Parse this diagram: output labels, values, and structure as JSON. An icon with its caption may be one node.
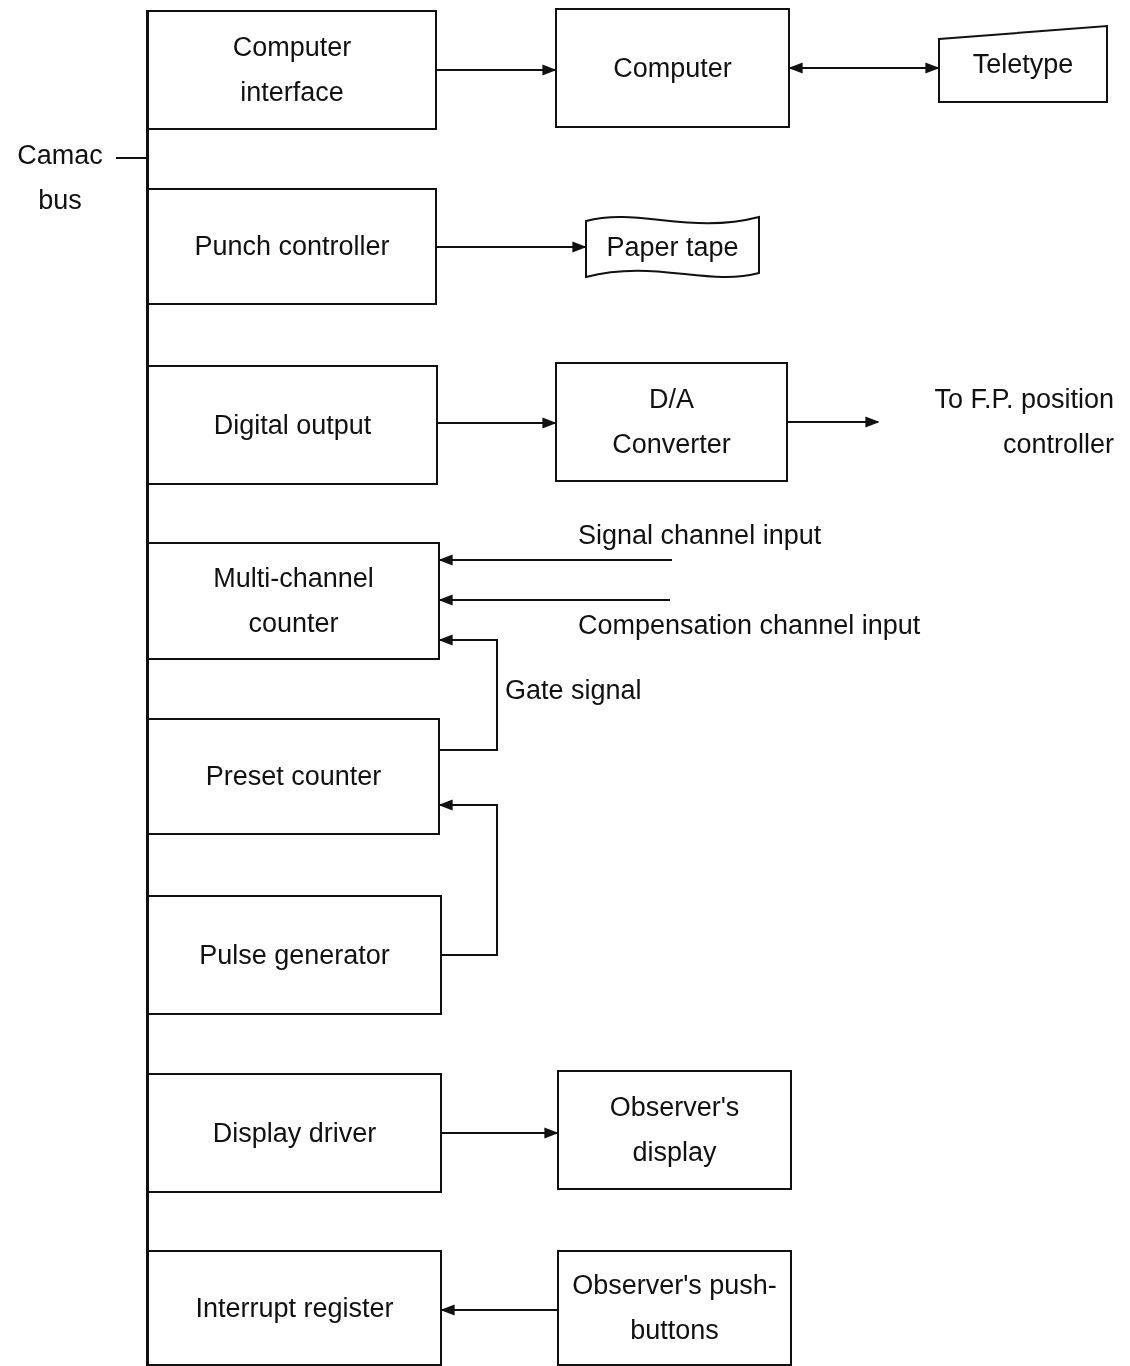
{
  "diagram": {
    "nodes": [
      {
        "text": [
          "Computer interface"
        ]
      },
      {
        "text": [
          "Computer"
        ]
      },
      {
        "text": [
          "Teletype"
        ]
      },
      {
        "text": [
          "Camac bus"
        ]
      },
      {
        "text": [],
        "shape": "bar"
      },
      {
        "text": [
          "Punch controller"
        ]
      },
      {
        "text": [
          "Paper tape"
        ]
      },
      {
        "text": [
          "Digital output"
        ]
      },
      {
        "text": [
          "D/A Converter"
        ]
      },
      {
        "text": [
          "To F.P. position controller"
        ]
      },
      {
        "text": [
          "Signal channel input"
        ]
      },
      {
        "text": [
          "Multi-channel counter"
        ]
      },
      {
        "text": [
          "Compensation channel input"
        ]
      },
      {
        "text": [
          "Preset counter"
        ]
      },
      {
        "text": [
          "Pulse generator"
        ]
      },
      {
        "text": [
          "Display driver"
        ]
      },
      {
        "text": [
          "Observer's display"
        ]
      },
      {
        "text": [
          "Interrupt register"
        ]
      },
      {
        "text": [
          "Observer's push-buttons"
        ]
      }
    ],
    "edges": [
      {
        "from": 0,
        "to": 1,
        "arrow": "to"
      },
      {
        "from": 1,
        "to": 2,
        "arrow": "both"
      },
      {
        "from": 3,
        "to": 4,
        "arrow": "none"
      },
      {
        "from": 5,
        "to": 6,
        "arrow": "to"
      },
      {
        "from": 7,
        "to": 8,
        "arrow": "to"
      },
      {
        "from": 8,
        "to": 9,
        "arrow": "to"
      },
      {
        "from": 10,
        "to": 11,
        "arrow": "to"
      },
      {
        "from": 12,
        "to": 11,
        "arrow": "to"
      },
      {
        "from": 13,
        "to": 11,
        "arrow": "to",
        "label": "Gate signal"
      },
      {
        "from": 14,
        "to": 13,
        "arrow": "to"
      },
      {
        "from": 15,
        "to": 16,
        "arrow": "to"
      },
      {
        "from": 18,
        "to": 17,
        "arrow": "to"
      }
    ]
  }
}
